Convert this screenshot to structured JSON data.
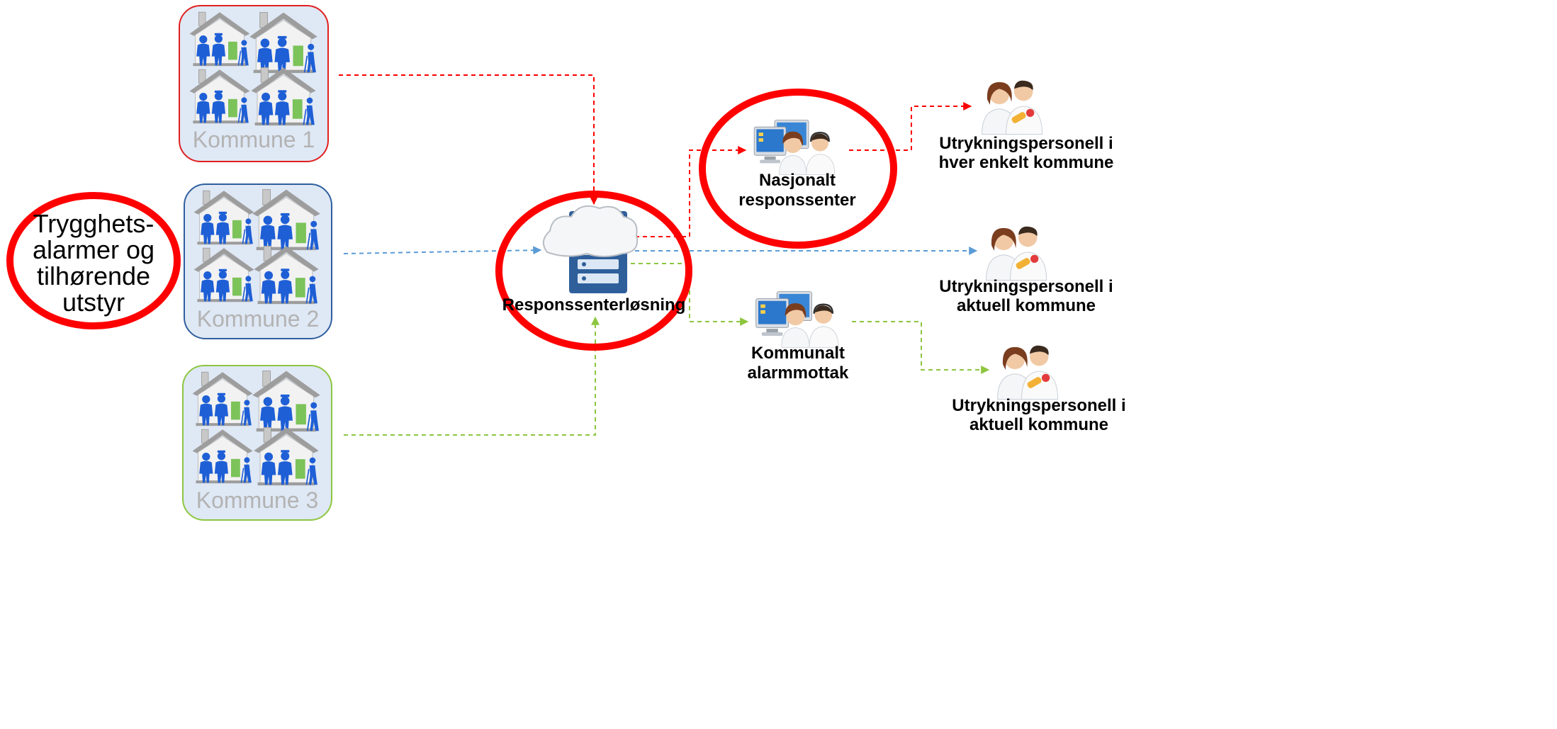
{
  "colors": {
    "red": "#ff0000",
    "blue": "#5b9bd5",
    "green": "#8dc63f",
    "highlight_oval": "#ff0000",
    "kommune1_border": "#e02020",
    "kommune2_border": "#2f5f9e",
    "kommune3_border": "#8dc63f",
    "kommune_fill": "#dfe8f5",
    "person_blue": "#1e5fd6",
    "server_blue": "#2e5f9b"
  },
  "municipalities": [
    {
      "label": "Kommune 1",
      "connector": "red"
    },
    {
      "label": "Kommune 2",
      "connector": "blue"
    },
    {
      "label": "Kommune 3",
      "connector": "green"
    }
  ],
  "alarm_oval": {
    "lines": [
      "Trygghets-",
      "alarmer og",
      "tilhørende",
      "utstyr"
    ]
  },
  "hub": {
    "label": "Responssenterløsning",
    "icons": [
      "cloud-icon",
      "server-icon"
    ]
  },
  "centers": {
    "national": {
      "lines": [
        "Nasjonalt",
        "responssenter"
      ],
      "icon": "operator-desk-icon"
    },
    "municipal": {
      "lines": [
        "Kommunalt",
        "alarmmottak"
      ],
      "icon": "operator-desk-icon"
    }
  },
  "responders": [
    {
      "lines": [
        "Utrykningspersonell i",
        "hver enkelt kommune"
      ],
      "icon": "responder-people-icon"
    },
    {
      "lines": [
        "Utrykningspersonell i",
        "aktuell kommune"
      ],
      "icon": "responder-people-icon"
    },
    {
      "lines": [
        "Utrykningspersonell i",
        "aktuell kommune"
      ],
      "icon": "responder-people-icon"
    }
  ]
}
